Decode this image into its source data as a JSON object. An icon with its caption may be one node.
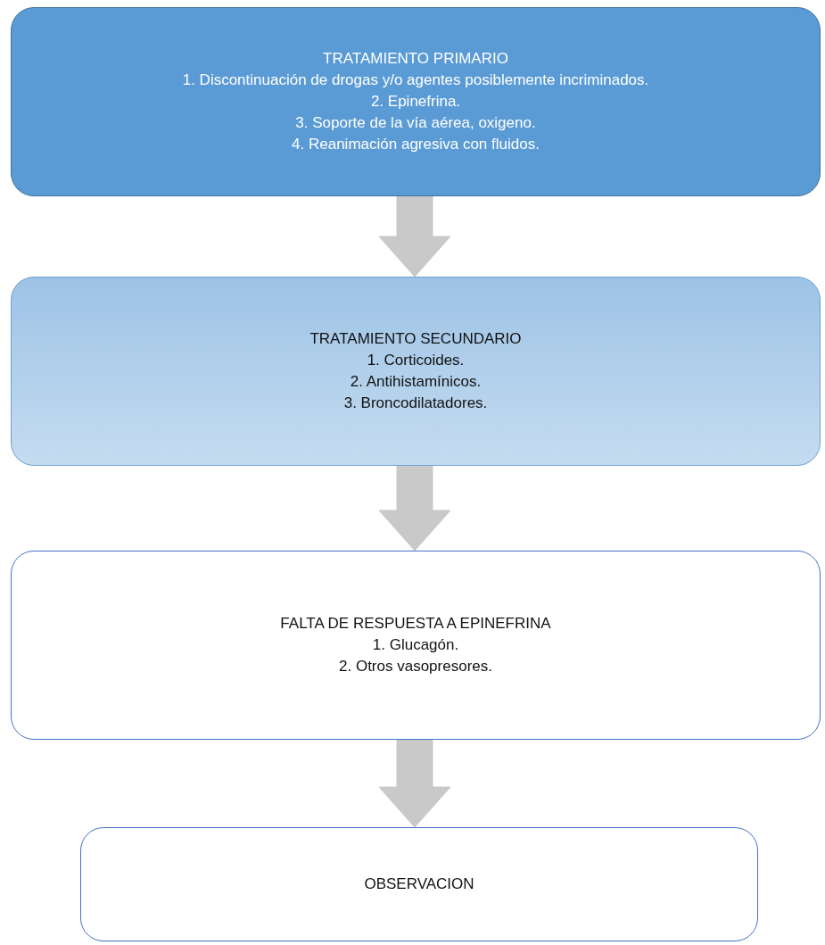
{
  "diagram": {
    "nodes": [
      {
        "text": [
          "TRATAMIENTO PRIMARIO",
          "1. Discontinuación de drogas y/o agentes posiblemente incriminados.",
          "2. Epinefrina.",
          "3. Soporte de la vía aérea, oxigeno.",
          "4. Reanimación agresiva con fluidos."
        ]
      },
      {
        "text": [
          "TRATAMIENTO SECUNDARIO",
          "1. Corticoides.",
          "2. Antihistamínicos.",
          "3. Broncodilatadores."
        ]
      },
      {
        "text": [
          "FALTA DE RESPUESTA A EPINEFRINA",
          "1. Glucagón.",
          "2. Otros vasopresores."
        ]
      },
      {
        "text": [
          "OBSERVACION"
        ]
      }
    ],
    "edges": [
      {
        "from": 0,
        "to": 1,
        "arrow": "to"
      },
      {
        "from": 1,
        "to": 2,
        "arrow": "to"
      },
      {
        "from": 2,
        "to": 3,
        "arrow": "to"
      }
    ]
  }
}
